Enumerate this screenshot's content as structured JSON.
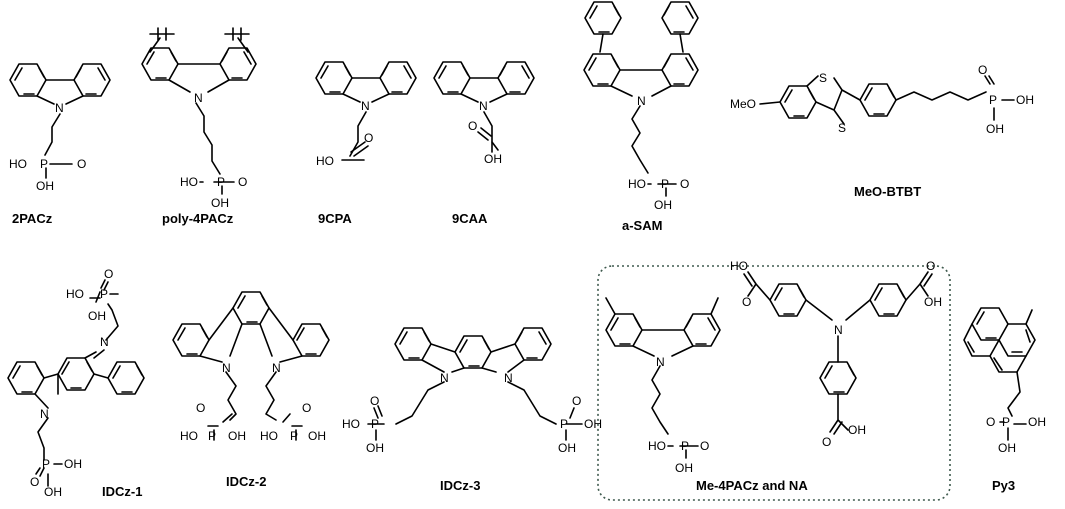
{
  "molecules": [
    {
      "key": "m2PACz",
      "name": "2PACz",
      "labels": [
        "N",
        "O",
        "HO",
        "P",
        "OH"
      ]
    },
    {
      "key": "poly",
      "name": "poly-4PACz",
      "labels": [
        "N",
        "HO",
        "P",
        "O",
        "OH"
      ]
    },
    {
      "key": "cpa",
      "name": "9CPA",
      "labels": [
        "N",
        "HO",
        "O"
      ]
    },
    {
      "key": "caa",
      "name": "9CAA",
      "labels": [
        "N",
        "O",
        "OH"
      ]
    },
    {
      "key": "asam",
      "name": "a-SAM",
      "labels": [
        "N",
        "HO",
        "P",
        "O",
        "OH"
      ]
    },
    {
      "key": "btbt",
      "name": "MeO-BTBT",
      "labels": [
        "MeO",
        "S",
        "S",
        "O",
        "P",
        "OH",
        "OH"
      ]
    },
    {
      "key": "idcz1",
      "name": "IDCz-1",
      "labels": [
        "HO",
        "P",
        "O",
        "OH",
        "N",
        "N",
        "O",
        "P",
        "OH",
        "OH"
      ]
    },
    {
      "key": "idcz2",
      "name": "IDCz-2",
      "labels": [
        "N",
        "N",
        "O",
        "HO",
        "P",
        "OH",
        "O",
        "HO",
        "P",
        "OH"
      ]
    },
    {
      "key": "idcz3",
      "name": "IDCz-3",
      "labels": [
        "N",
        "N",
        "O",
        "HO",
        "P",
        "OH",
        "O",
        "P",
        "OH",
        "OH"
      ]
    },
    {
      "key": "me4",
      "name": "",
      "labels": [
        "N",
        "HO",
        "P",
        "O",
        "OH"
      ]
    },
    {
      "key": "na",
      "name": "",
      "labels": [
        "N",
        "HO",
        "O",
        "O",
        "OH",
        "O",
        "OH"
      ]
    },
    {
      "key": "py3",
      "name": "Py3",
      "labels": [
        "O",
        "P",
        "OH",
        "OH"
      ]
    }
  ],
  "group_caption": "Me-4PACz and NA"
}
